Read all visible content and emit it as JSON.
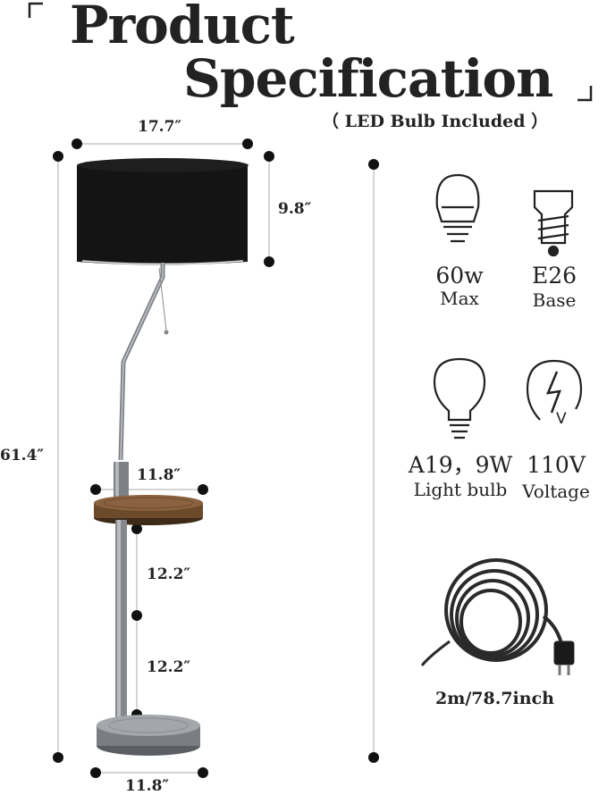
{
  "title": {
    "line1": "Product",
    "line2": "Specification"
  },
  "subtitle": "（ LED Bulb Included ）",
  "dimensions": {
    "shade_width": "17.7″",
    "shade_height": "9.8″",
    "total_height": "61.4″",
    "table_width": "11.8″",
    "lower_section_1": "12.2″",
    "lower_section_2": "12.2″",
    "base_width": "11.8″"
  },
  "specs": [
    {
      "icon": "led-bulb-icon",
      "top": "60w",
      "bottom": "Max"
    },
    {
      "icon": "e26-base-icon",
      "top": "E26",
      "bottom": "Base"
    },
    {
      "icon": "a19-bulb-icon",
      "top": "A19，9W",
      "bottom": "Light bulb"
    },
    {
      "icon": "voltage-icon",
      "top": "110V",
      "bottom": "Voltage"
    }
  ],
  "cord": {
    "icon": "power-cord-icon",
    "label": "2m/78.7inch"
  },
  "colors": {
    "shade": "#141414",
    "metal": "#8e9196",
    "wood": "#6b4a2c",
    "dot": "#111111"
  }
}
